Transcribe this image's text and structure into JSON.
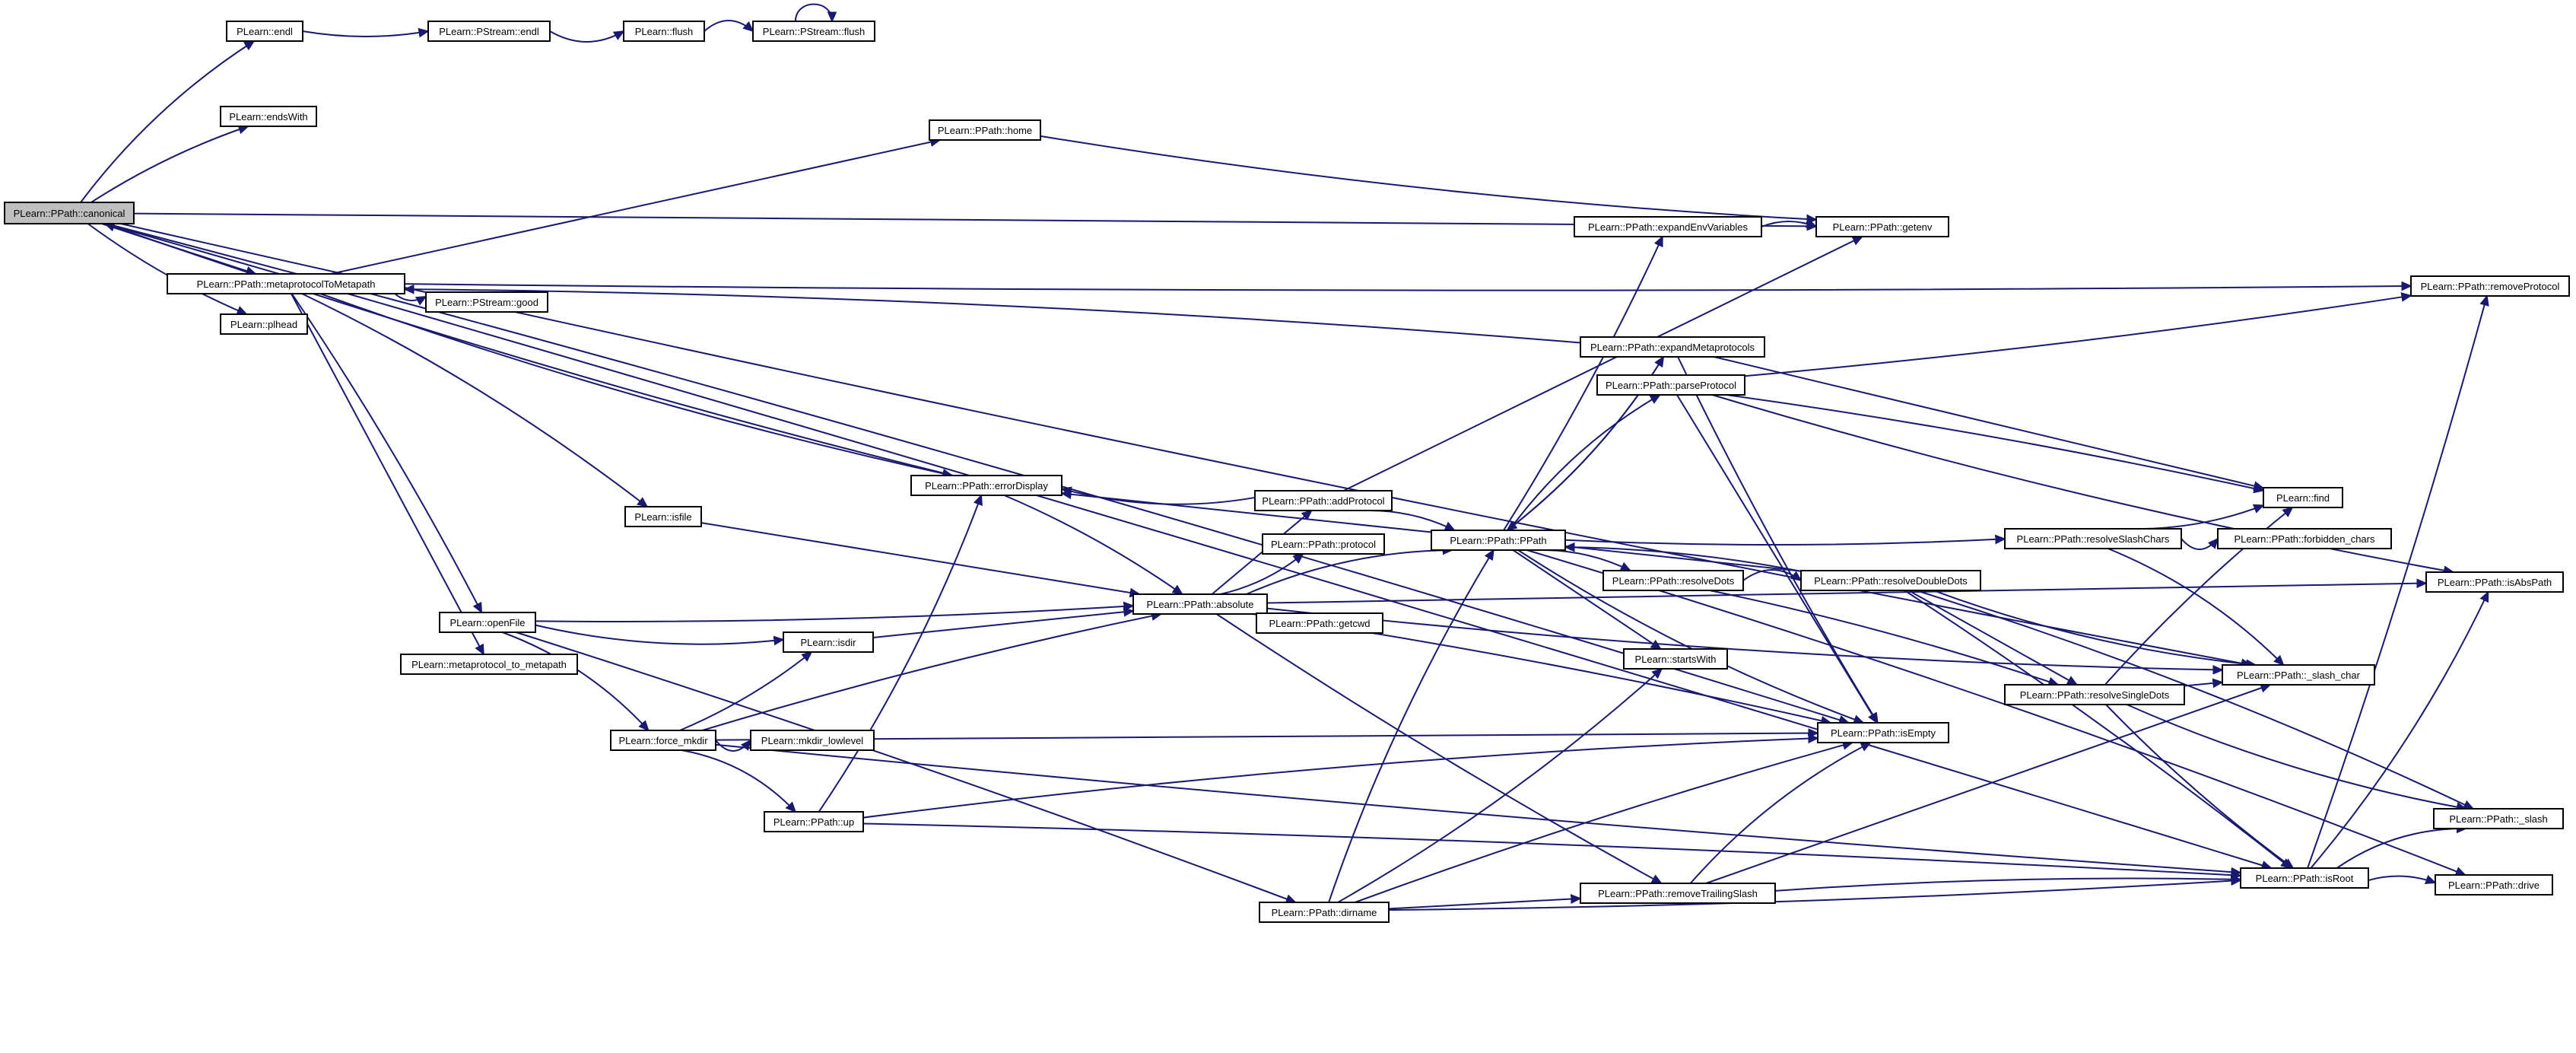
{
  "nodes": [
    {
      "id": "canonical",
      "label": "PLearn::PPath::canonical",
      "root": true
    },
    {
      "id": "endl",
      "label": "PLearn::endl"
    },
    {
      "id": "pstream_endl",
      "label": "PLearn::PStream::endl"
    },
    {
      "id": "flush",
      "label": "PLearn::flush"
    },
    {
      "id": "pstream_flush",
      "label": "PLearn::PStream::flush"
    },
    {
      "id": "endsWith",
      "label": "PLearn::endsWith"
    },
    {
      "id": "home",
      "label": "PLearn::PPath::home"
    },
    {
      "id": "metaproto",
      "label": "PLearn::PPath::metaprotocolToMetapath"
    },
    {
      "id": "pstream_good",
      "label": "PLearn::PStream::good"
    },
    {
      "id": "plhead",
      "label": "PLearn::plhead"
    },
    {
      "id": "errorDisplay",
      "label": "PLearn::PPath::errorDisplay"
    },
    {
      "id": "isfile",
      "label": "PLearn::isfile"
    },
    {
      "id": "openFile",
      "label": "PLearn::openFile"
    },
    {
      "id": "isdir",
      "label": "PLearn::isdir"
    },
    {
      "id": "meta_to_meta",
      "label": "PLearn::metaprotocol_to_metapath"
    },
    {
      "id": "force_mkdir",
      "label": "PLearn::force_mkdir"
    },
    {
      "id": "mkdir_lowlevel",
      "label": "PLearn::mkdir_lowlevel"
    },
    {
      "id": "up",
      "label": "PLearn::PPath::up"
    },
    {
      "id": "dirname",
      "label": "PLearn::PPath::dirname"
    },
    {
      "id": "absolute",
      "label": "PLearn::PPath::absolute"
    },
    {
      "id": "addProtocol",
      "label": "PLearn::PPath::addProtocol"
    },
    {
      "id": "protocol",
      "label": "PLearn::PPath::protocol"
    },
    {
      "id": "getcwd",
      "label": "PLearn::PPath::getcwd"
    },
    {
      "id": "ppath",
      "label": "PLearn::PPath::PPath"
    },
    {
      "id": "expandEnv",
      "label": "PLearn::PPath::expandEnvVariables"
    },
    {
      "id": "expandMeta",
      "label": "PLearn::PPath::expandMetaprotocols"
    },
    {
      "id": "parseProtocol",
      "label": "PLearn::PPath::parseProtocol"
    },
    {
      "id": "resolveDots",
      "label": "PLearn::PPath::resolveDots"
    },
    {
      "id": "startsWith",
      "label": "PLearn::startsWith"
    },
    {
      "id": "removeTrailing",
      "label": "PLearn::PPath::removeTrailingSlash"
    },
    {
      "id": "getenv",
      "label": "PLearn::PPath::getenv"
    },
    {
      "id": "isEmpty",
      "label": "PLearn::PPath::isEmpty"
    },
    {
      "id": "resolveDoubleDots",
      "label": "PLearn::PPath::resolveDoubleDots"
    },
    {
      "id": "resolveSlashChars",
      "label": "PLearn::PPath::resolveSlashChars"
    },
    {
      "id": "resolveSingleDots",
      "label": "PLearn::PPath::resolveSingleDots"
    },
    {
      "id": "find",
      "label": "PLearn::find"
    },
    {
      "id": "forbidden",
      "label": "PLearn::PPath::forbidden_chars"
    },
    {
      "id": "slash_char",
      "label": "PLearn::PPath::_slash_char"
    },
    {
      "id": "isRoot",
      "label": "PLearn::PPath::isRoot"
    },
    {
      "id": "removeProtocol",
      "label": "PLearn::PPath::removeProtocol"
    },
    {
      "id": "isAbsPath",
      "label": "PLearn::PPath::isAbsPath"
    },
    {
      "id": "slash",
      "label": "PLearn::PPath::_slash"
    },
    {
      "id": "drive",
      "label": "PLearn::PPath::drive"
    }
  ],
  "edges": [
    [
      "canonical",
      "endl"
    ],
    [
      "canonical",
      "endsWith"
    ],
    [
      "canonical",
      "metaproto"
    ],
    [
      "canonical",
      "plhead"
    ],
    [
      "canonical",
      "slash_char"
    ],
    [
      "canonical",
      "isEmpty"
    ],
    [
      "canonical",
      "isRoot"
    ],
    [
      "canonical",
      "getenv"
    ],
    [
      "endl",
      "pstream_endl"
    ],
    [
      "pstream_endl",
      "flush"
    ],
    [
      "flush",
      "pstream_flush"
    ],
    [
      "pstream_flush",
      "pstream_flush"
    ],
    [
      "metaproto",
      "home"
    ],
    [
      "metaproto",
      "pstream_good"
    ],
    [
      "metaproto",
      "errorDisplay"
    ],
    [
      "metaproto",
      "isfile"
    ],
    [
      "metaproto",
      "openFile"
    ],
    [
      "metaproto",
      "meta_to_meta"
    ],
    [
      "metaproto",
      "removeProtocol"
    ],
    [
      "home",
      "getenv"
    ],
    [
      "errorDisplay",
      "canonical"
    ],
    [
      "errorDisplay",
      "absolute"
    ],
    [
      "isfile",
      "absolute"
    ],
    [
      "openFile",
      "absolute"
    ],
    [
      "openFile",
      "isdir"
    ],
    [
      "openFile",
      "force_mkdir"
    ],
    [
      "openFile",
      "dirname"
    ],
    [
      "isdir",
      "absolute"
    ],
    [
      "force_mkdir",
      "isdir"
    ],
    [
      "force_mkdir",
      "mkdir_lowlevel"
    ],
    [
      "force_mkdir",
      "up"
    ],
    [
      "force_mkdir",
      "absolute"
    ],
    [
      "force_mkdir",
      "isEmpty"
    ],
    [
      "force_mkdir",
      "isRoot"
    ],
    [
      "up",
      "errorDisplay"
    ],
    [
      "up",
      "isEmpty"
    ],
    [
      "up",
      "isRoot"
    ],
    [
      "absolute",
      "addProtocol"
    ],
    [
      "absolute",
      "protocol"
    ],
    [
      "absolute",
      "getcwd"
    ],
    [
      "absolute",
      "ppath"
    ],
    [
      "absolute",
      "isEmpty"
    ],
    [
      "absolute",
      "isAbsPath"
    ],
    [
      "absolute",
      "removeTrailing"
    ],
    [
      "absolute",
      "slash_char"
    ],
    [
      "addProtocol",
      "errorDisplay"
    ],
    [
      "addProtocol",
      "ppath"
    ],
    [
      "addProtocol",
      "getenv"
    ],
    [
      "ppath",
      "expandEnv"
    ],
    [
      "ppath",
      "expandMeta"
    ],
    [
      "ppath",
      "parseProtocol"
    ],
    [
      "ppath",
      "resolveDots"
    ],
    [
      "ppath",
      "startsWith"
    ],
    [
      "ppath",
      "resolveSlashChars"
    ],
    [
      "ppath",
      "isEmpty"
    ],
    [
      "ppath",
      "drive"
    ],
    [
      "expandEnv",
      "getenv"
    ],
    [
      "expandMeta",
      "find"
    ],
    [
      "expandMeta",
      "isEmpty"
    ],
    [
      "expandMeta",
      "metaproto"
    ],
    [
      "expandMeta",
      "ppath"
    ],
    [
      "parseProtocol",
      "find"
    ],
    [
      "parseProtocol",
      "isEmpty"
    ],
    [
      "parseProtocol",
      "removeProtocol"
    ],
    [
      "parseProtocol",
      "isAbsPath"
    ],
    [
      "resolveDots",
      "resolveDoubleDots"
    ],
    [
      "resolveDots",
      "resolveSingleDots"
    ],
    [
      "resolveDoubleDots",
      "errorDisplay"
    ],
    [
      "resolveDoubleDots",
      "ppath"
    ],
    [
      "resolveDoubleDots",
      "slash_char"
    ],
    [
      "resolveDoubleDots",
      "slash"
    ],
    [
      "resolveDoubleDots",
      "isRoot"
    ],
    [
      "resolveDoubleDots",
      "resolveSingleDots"
    ],
    [
      "resolveSlashChars",
      "find"
    ],
    [
      "resolveSlashChars",
      "forbidden"
    ],
    [
      "resolveSlashChars",
      "slash_char"
    ],
    [
      "resolveSingleDots",
      "find"
    ],
    [
      "resolveSingleDots",
      "slash_char"
    ],
    [
      "resolveSingleDots",
      "isRoot"
    ],
    [
      "resolveSingleDots",
      "slash"
    ],
    [
      "dirname",
      "ppath"
    ],
    [
      "dirname",
      "isEmpty"
    ],
    [
      "dirname",
      "removeTrailing"
    ],
    [
      "dirname",
      "isRoot"
    ],
    [
      "dirname",
      "startsWith"
    ],
    [
      "removeTrailing",
      "isEmpty"
    ],
    [
      "removeTrailing",
      "isRoot"
    ],
    [
      "removeTrailing",
      "slash_char"
    ],
    [
      "isRoot",
      "removeProtocol"
    ],
    [
      "isRoot",
      "isAbsPath"
    ],
    [
      "isRoot",
      "slash"
    ],
    [
      "isRoot",
      "drive"
    ]
  ],
  "colors": {
    "edge": "#191970",
    "root_fill": "#bfbfbf",
    "node_fill": "#ffffff",
    "node_stroke": "#000000"
  }
}
